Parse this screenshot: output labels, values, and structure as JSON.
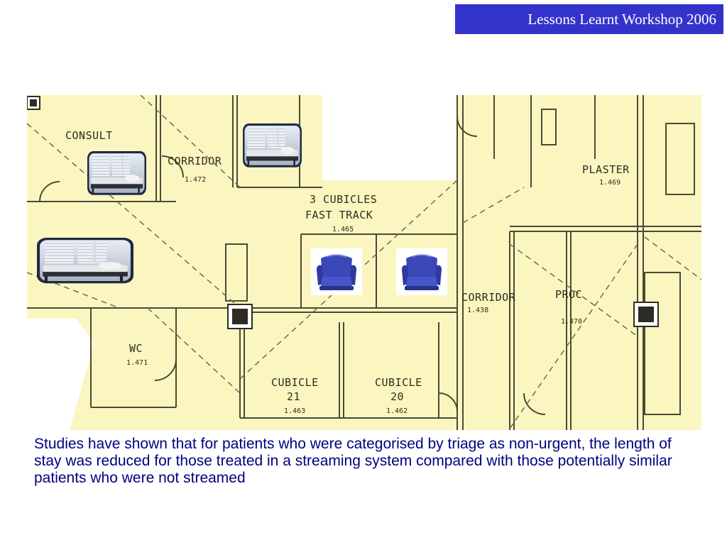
{
  "header": {
    "title": "Lessons Learnt Workshop 2006"
  },
  "floor_plan": {
    "rooms": {
      "consult": {
        "label": "CONSULT"
      },
      "corridor_top": {
        "label": "CORRIDOR",
        "code": "1.472"
      },
      "fast_track": {
        "label_line1": "3 CUBICLES",
        "label_line2": "FAST TRACK",
        "code": "1.465"
      },
      "plaster": {
        "label": "PLASTER",
        "code": "1.469"
      },
      "corridor_right": {
        "label": "CORRIDOR",
        "code": "1.438"
      },
      "proc": {
        "label": "PROC",
        "code": "1.470"
      },
      "wc": {
        "label": "WC",
        "code": "1.471"
      },
      "cubicle_21": {
        "label": "CUBICLE",
        "number": "21",
        "code": "1.463"
      },
      "cubicle_20": {
        "label": "CUBICLE",
        "number": "20",
        "code": "1.462"
      }
    }
  },
  "body": {
    "text": "Studies have shown that for patients who were categorised by triage as non-urgent, the length of stay was reduced for those treated in a streaming system compared with those potentially similar patients who were not streamed"
  },
  "colors": {
    "header_bg": "#3333cc",
    "plan_bg": "#fbf6c0",
    "line": "#4a4a35",
    "body_text": "#000080",
    "chair": "#3a48b8"
  }
}
